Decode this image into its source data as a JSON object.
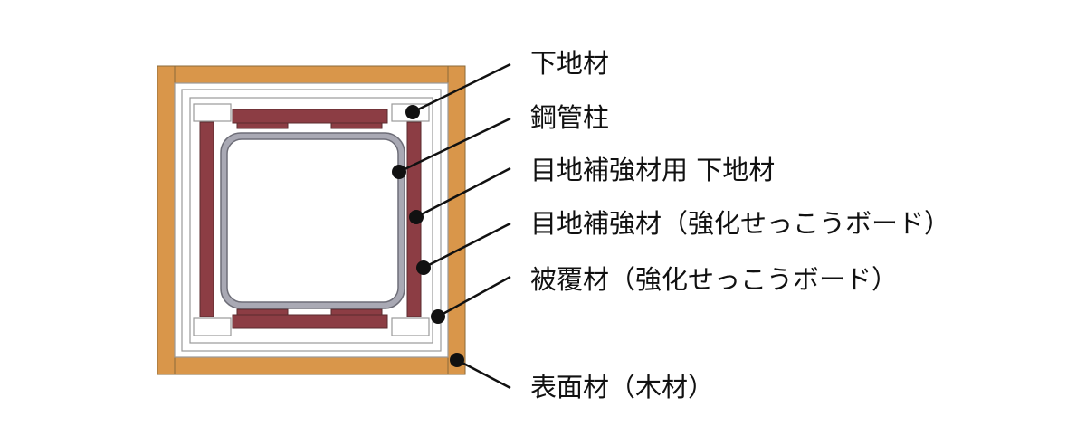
{
  "labels": [
    {
      "id": "shitajizai",
      "text": "下地材"
    },
    {
      "id": "koukanchuu",
      "text": "鋼管柱"
    },
    {
      "id": "mejiho-shitaji",
      "text": "目地補強材用 下地材"
    },
    {
      "id": "mejiho",
      "text": "目地補強材（強化せっこうボード）"
    },
    {
      "id": "hifukuzai",
      "text": "被覆材（強化せっこうボード）"
    },
    {
      "id": "hyoumenzai",
      "text": "表面材（木材）"
    }
  ],
  "colors": {
    "wood": "#d9964a",
    "wood_stroke": "#8a6a3a",
    "gypsum": "#ffffff",
    "gypsum_stroke": "#9a9a9a",
    "joint": "#8c3d44",
    "joint_stroke": "#5a2a2e",
    "steel": "#a9a9b4",
    "steel_stroke": "#6e6e78",
    "line": "#111111"
  }
}
